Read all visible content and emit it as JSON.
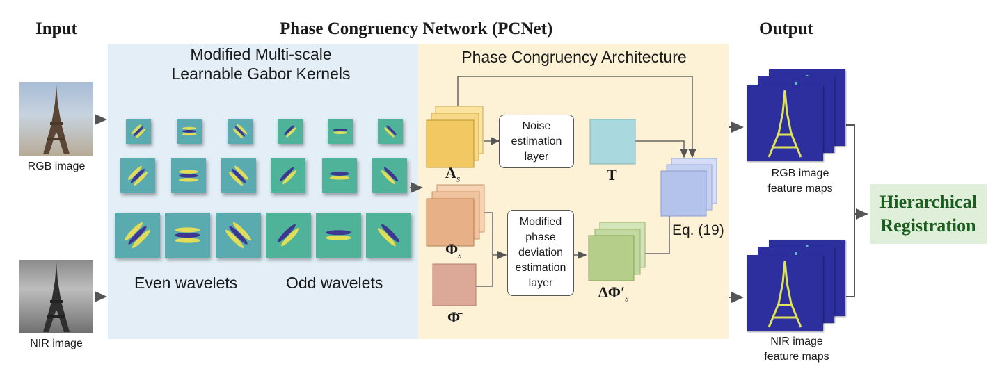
{
  "headings": {
    "input": "Input",
    "network": "Phase Congruency Network (PCNet)",
    "output": "Output"
  },
  "left_panel": {
    "title_line1": "Modified Multi-scale",
    "title_line2": "Learnable Gabor Kernels",
    "even_label": "Even wavelets",
    "odd_label": "Odd wavelets"
  },
  "right_panel": {
    "title": "Phase Congruency Architecture",
    "noise_box": [
      "Noise",
      "estimation",
      "layer"
    ],
    "phase_box": [
      "Modified",
      "phase",
      "deviation",
      "estimation",
      "layer"
    ],
    "equation": "Eq. (19)"
  },
  "symbols": {
    "amplitude": "A",
    "amplitude_sub": "s",
    "phase": "Φ",
    "phase_sub": "s",
    "mean_phase": "Φ̄",
    "threshold": "T",
    "deviation": "ΔΦ′",
    "deviation_sub": "s"
  },
  "inputs": {
    "rgb_caption": "RGB image",
    "nir_caption": "NIR image"
  },
  "outputs": {
    "rgb_line1": "RGB image",
    "rgb_line2": "feature maps",
    "nir_line1": "NIR image",
    "nir_line2": "feature maps"
  },
  "result": {
    "line1": "Hierarchical",
    "line2": "Registration"
  },
  "colors": {
    "panel_blue": "#e3eef7",
    "panel_yellow": "#fdf2d6",
    "amplitude_stack": "#f6d87a",
    "phase_stack": "#efbf96",
    "mean_phase_box": "#dca898",
    "threshold_box": "#a9d9de",
    "deviation_stack": "#b5cf8b",
    "output_stack": "#b4c3ec",
    "feature_map": "#2d2f9e",
    "result_box": "#e0efd9"
  }
}
